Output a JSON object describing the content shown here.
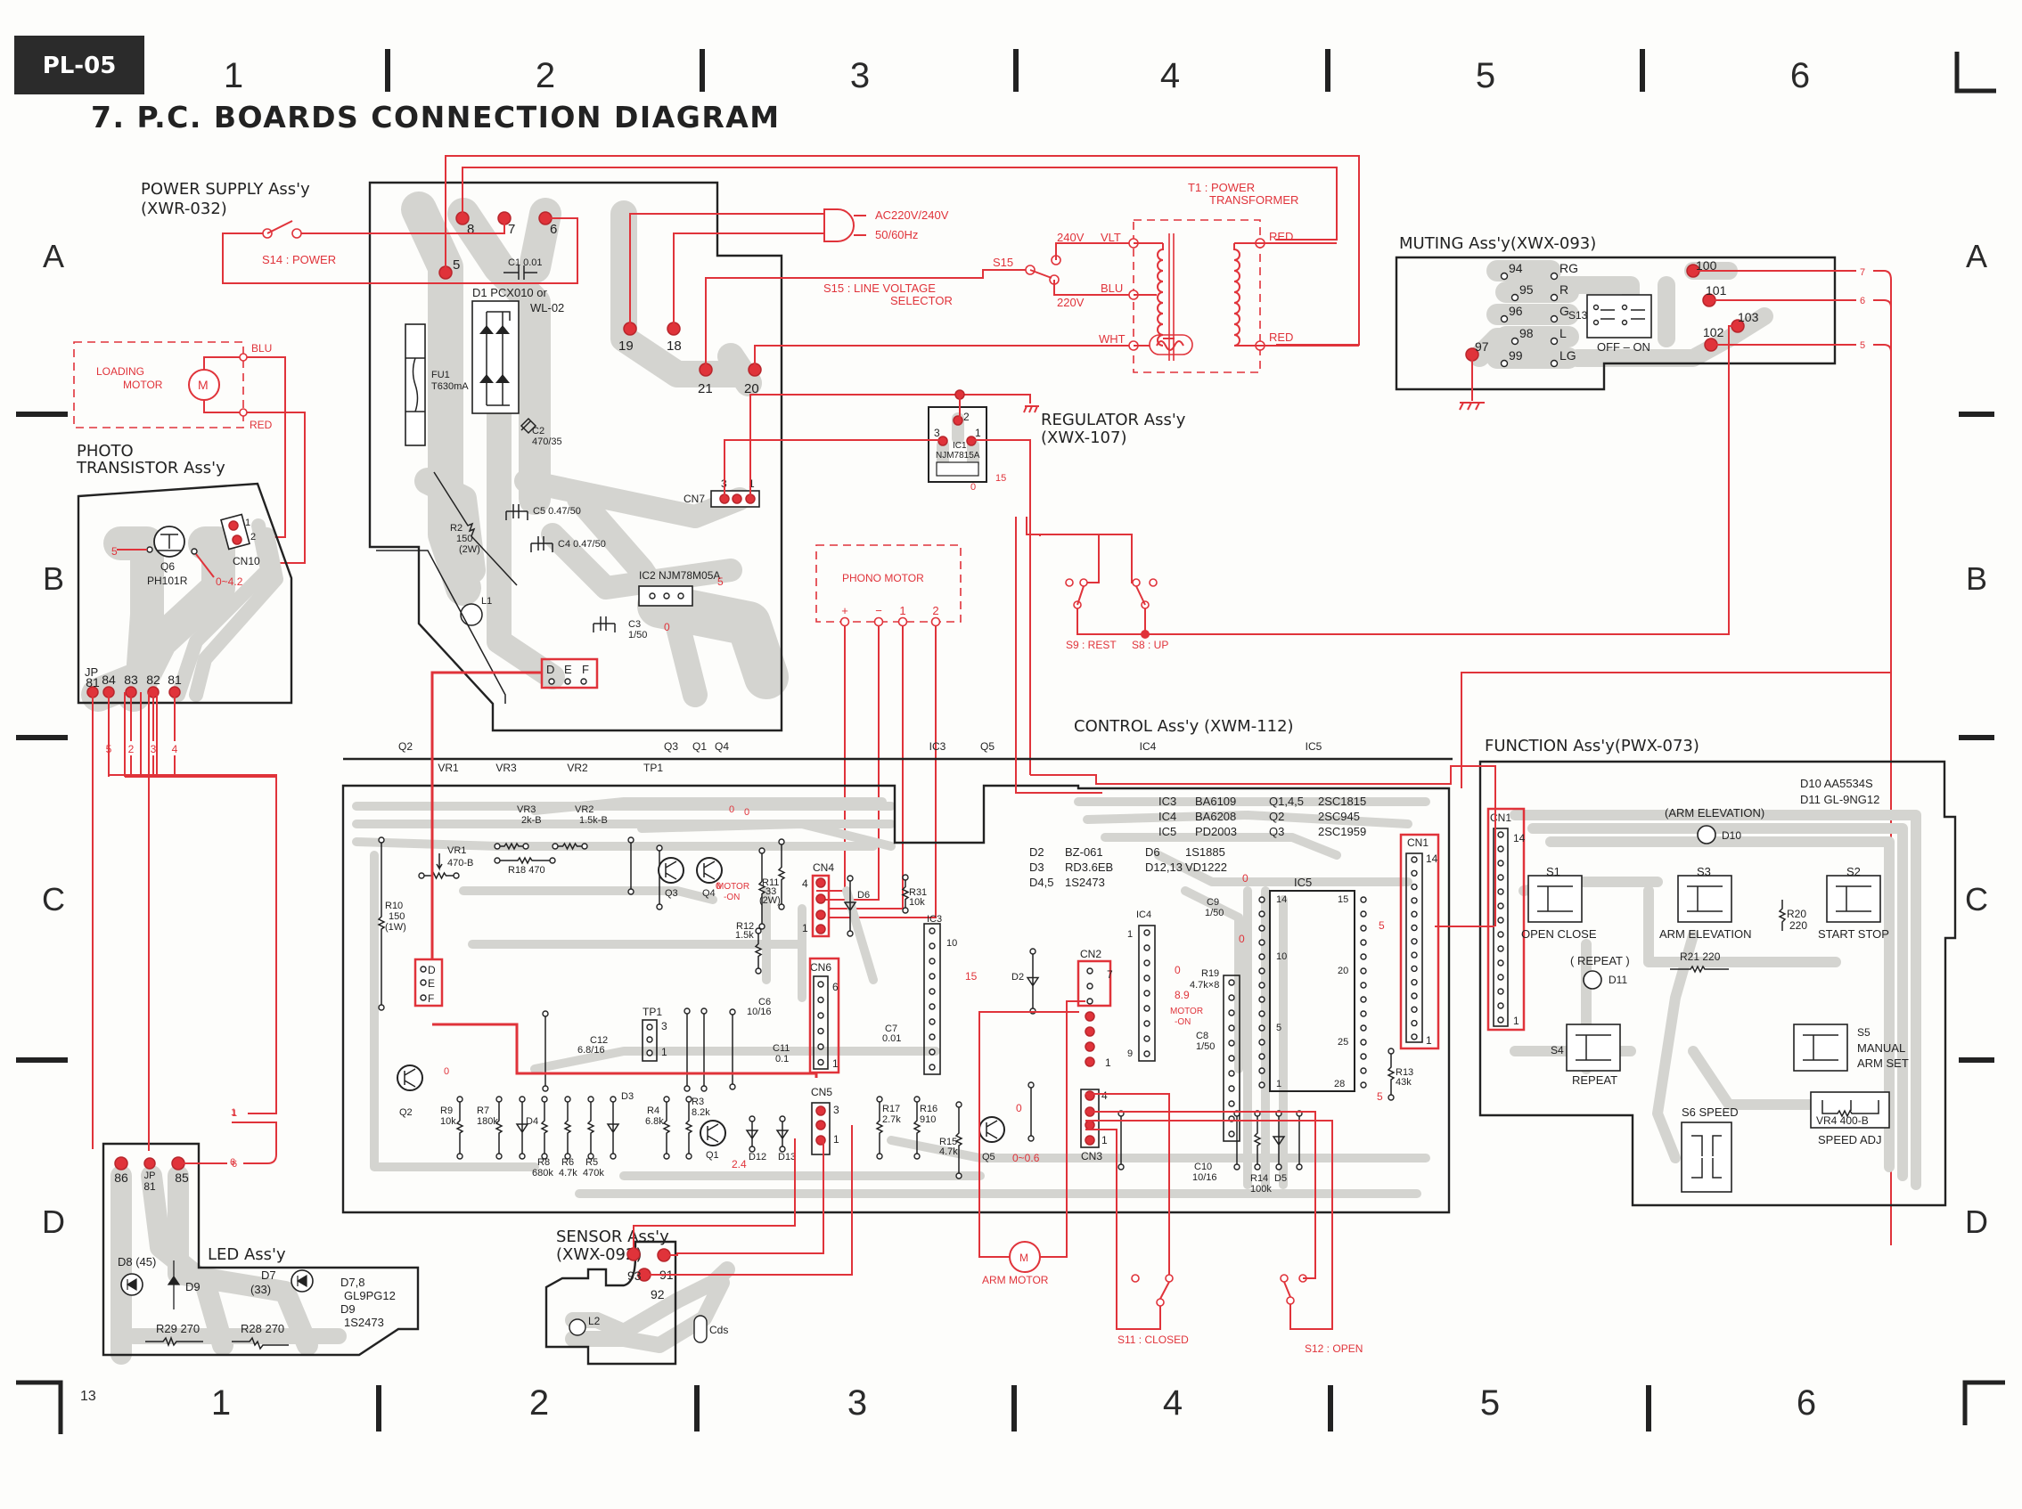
{
  "page": {
    "model_badge": "PL-05",
    "title": "7. P.C. BOARDS CONNECTION DIAGRAM",
    "page_number": "13",
    "column_labels": [
      "1",
      "2",
      "3",
      "4",
      "5",
      "6"
    ],
    "row_labels": [
      "A",
      "B",
      "C",
      "D"
    ]
  },
  "colors": {
    "wire": "#e0333a",
    "ink": "#222222",
    "trace": "#d4d4d0",
    "badge_bg": "#2b2b2b"
  },
  "power_supply": {
    "title": "POWER SUPPLY Ass'y",
    "part": "(XWR-032)",
    "terminals": [
      "8",
      "7",
      "6",
      "5",
      "19",
      "18",
      "21",
      "20"
    ],
    "c1": "C1 0.01",
    "d1_line1": "D1 PCX010 or",
    "d1_line2": "WL-02",
    "fu1_line1": "FU1",
    "fu1_line2": "T630mA",
    "c2_line1": "C2",
    "c2_line2": "470/35",
    "c5": "C5 0.47/50",
    "c4": "C4 0.47/50",
    "r2_line1": "R2",
    "r2_line2": "150",
    "r2_line3": "(2W)",
    "l1": "L1",
    "ic2": "IC2 NJM78M05A",
    "ic2_v_out": "5",
    "ic2_v_gnd": "0",
    "c3_line1": "C3",
    "c3_line2": "1/50",
    "cn7": "CN7",
    "cn7_pin3": "3",
    "cn7_pin1": "1",
    "def": [
      "D",
      "E",
      "F"
    ]
  },
  "switches": {
    "s14": "S14 : POWER",
    "s15": "S15",
    "s15_desc_line1": "S15 : LINE VOLTAGE",
    "s15_desc_line2": "SELECTOR",
    "v240": "240V",
    "v220": "220V",
    "s9": "S9 : REST",
    "s8": "S8 : UP",
    "s11": "S11 : CLOSED",
    "s12": "S12 : OPEN"
  },
  "ac_input": {
    "line1": "AC220V/240V",
    "line2": "50/60Hz"
  },
  "transformer": {
    "title_line1": "T1 : POWER",
    "title_line2": "TRANSFORMER",
    "vlt": "VLT",
    "blu": "BLU",
    "wht": "WHT",
    "red_top": "RED",
    "red_bottom": "RED"
  },
  "muting": {
    "title": "MUTING Ass'y(XWX-093)",
    "pins_left": [
      "94",
      "95",
      "96",
      "98",
      "99"
    ],
    "pins_right": [
      "RG",
      "R",
      "G",
      "L",
      "LG"
    ],
    "pin97": "97",
    "pins_red": [
      "100",
      "101",
      "103",
      "102"
    ],
    "s13": "S13",
    "s13_state": "OFF  –  ON",
    "wire_tags": [
      "7",
      "6",
      "5"
    ]
  },
  "regulator": {
    "title": "REGULATOR Ass'y",
    "part": "(XWX-107)",
    "ic1_line1": "IC1",
    "ic1_line2": "NJM7815A",
    "pins": [
      "2",
      "3",
      "1"
    ],
    "v_out": "15",
    "v_gnd": "0"
  },
  "loading_motor": {
    "label_line1": "LOADING",
    "label_line2": "MOTOR",
    "symbol": "M",
    "blu": "BLU",
    "red": "RED"
  },
  "photo_transistor": {
    "title_line1": "PHOTO",
    "title_line2": "TRANSISTOR Ass'y",
    "q6": "Q6",
    "part": "PH101R",
    "v_in": "5",
    "v_out": "0~4.2",
    "cn10": "CN10",
    "cn10_pins": [
      "1",
      "2"
    ],
    "jp": "JP",
    "terminals": [
      "81",
      "84",
      "83",
      "82",
      "81"
    ],
    "wire_tags": [
      "5",
      "2",
      "3",
      "4"
    ]
  },
  "phono_motor": {
    "label": "PHONO MOTOR",
    "pins": [
      "+",
      "−",
      "1",
      "2"
    ]
  },
  "control": {
    "title": "CONTROL Ass'y (XWM-112)",
    "top_labels": [
      "Q2",
      "VR1",
      "VR3",
      "VR2",
      "TP1",
      "Q3",
      "Q1",
      "Q4",
      "IC3",
      "Q5",
      "IC4",
      "IC5"
    ],
    "parts_list": [
      [
        "IC3",
        "BA6109",
        "Q1,4,5",
        "2SC1815"
      ],
      [
        "IC4",
        "BA6208",
        "Q2",
        "2SC945"
      ],
      [
        "IC5",
        "PD2003",
        "Q3",
        "2SC1959"
      ]
    ],
    "diodes_list": [
      [
        "D2",
        "BZ-061",
        "D6",
        "1S1885"
      ],
      [
        "D3",
        "RD3.6EB",
        "D12,13",
        "VD1222"
      ],
      [
        "D4,5",
        "1S2473",
        "",
        ""
      ]
    ],
    "components": {
      "vr1": "VR1",
      "vr1_val": "470-B",
      "vr3": "VR3",
      "vr3_val": "2k-B",
      "vr2": "VR2",
      "vr2_val": "1.5k-B",
      "r18": "R18 470",
      "r10": "R10",
      "r10_val": "150",
      "r10_w": "(1W)",
      "q3": "Q3",
      "q4": "Q4",
      "motor_on": "MOTOR",
      "motor_on2": "-ON",
      "r11": "R11",
      "r11_val": "33",
      "r11_w": "(2W)",
      "r12": "R12",
      "r12_val": "1.5k",
      "cn4": "CN4",
      "cn4_p4": "4",
      "cn4_p1": "1",
      "d6": "D6",
      "r31": "R31",
      "r31_val": "10k",
      "ic3": "IC3",
      "ic3_p10": "10",
      "ic3_v": "15",
      "d2": "D2",
      "cn2": "CN2",
      "cn2_p7": "7",
      "cn2_p1": "1",
      "ic4": "IC4",
      "ic4_p1": "1",
      "ic4_p9": "9",
      "v89": "8.9",
      "r19": "R19",
      "r19_val": "4.7k×8",
      "c9": "C9",
      "c9_val": "1/50",
      "c8": "C8",
      "c8_val": "1/50",
      "ic5": "IC5",
      "ic5_pins": [
        "14",
        "15",
        "10",
        "20",
        "5",
        "25",
        "1",
        "28"
      ],
      "cn1": "CN1",
      "cn1_p14": "14",
      "cn1_p1": "1",
      "v5": "5",
      "r13": "R13",
      "r13_val": "43k",
      "tp1": "TP1",
      "tp1_p3": "3",
      "tp1_p1": "1",
      "c12": "C12",
      "c12_val": "6.8/16",
      "c6": "C6",
      "c6_val": "10/16",
      "c11": "C11",
      "c11_val": "0.1",
      "cn6": "CN6",
      "cn6_p6": "6",
      "cn6_p1": "1",
      "c7": "C7",
      "c7_val": "0.01",
      "q2": "Q2",
      "r9": "R9",
      "r9_val": "10k",
      "r7": "R7",
      "r7_val": "180k",
      "d4": "D4",
      "r8": "R8",
      "r8_val": "680k",
      "r6": "R6",
      "r6_val": "4.7k",
      "r5": "R5",
      "r5_val": "470k",
      "d3": "D3",
      "r4": "R4",
      "r4_val": "6.8k",
      "r3": "R3",
      "r3_val": "8.2k",
      "q1": "Q1",
      "q1_v": "2.4",
      "d12": "D12",
      "d13": "D13",
      "cn5": "CN5",
      "cn5_p3": "3",
      "cn5_p1": "1",
      "r17": "R17",
      "r17_val": "2.7k",
      "r16": "R16",
      "r16_val": "910",
      "r15": "R15",
      "r15_val": "4.7k",
      "q5": "Q5",
      "q5_v": "0~0.6",
      "cn3": "CN3",
      "cn3_p4": "4",
      "cn3_p1": "1",
      "c10": "C10",
      "c10_val": "10/16",
      "r14": "R14",
      "r14_val": "100k",
      "d5": "D5",
      "def": [
        "D",
        "E",
        "F"
      ],
      "zero": "0"
    },
    "wire_tags": [
      "1",
      "6"
    ]
  },
  "arm_motor": {
    "symbol": "M",
    "label": "ARM MOTOR"
  },
  "function": {
    "title": "FUNCTION Ass'y(PWX-073)",
    "parts": [
      "D10  AA5534S",
      "D11  GL-9NG12"
    ],
    "cn1": "CN1",
    "cn1_p14": "14",
    "cn1_p1": "1",
    "arm_elev_led": "(ARM ELEVATION)",
    "d10": "D10",
    "s1": "S1",
    "s1_label": "OPEN  CLOSE",
    "s3": "S3",
    "s3_label": "ARM ELEVATION",
    "r20": "R20",
    "r20_val": "220",
    "s2": "S2",
    "s2_label": "START STOP",
    "repeat_led": "( REPEAT )",
    "d11": "D11",
    "r21": "R21 220",
    "s4": "S4",
    "s4_label": "REPEAT",
    "s5": "S5",
    "s5_label1": "MANUAL",
    "s5_label2": "ARM SET",
    "vr4": "VR4  400-B",
    "vr4_label": "SPEED ADJ",
    "s6": "S6  SPEED"
  },
  "led": {
    "title": "LED Ass'y",
    "terminals": [
      "86",
      "JP",
      "81",
      "85"
    ],
    "d8": "D8 (45)",
    "d9": "D9",
    "d7": "D7",
    "d7_v": "(33)",
    "parts": [
      "D7,8",
      "GL9PG12",
      "D9",
      "1S2473"
    ],
    "r29": "R29 270",
    "r28": "R28 270",
    "wire_tag": "6"
  },
  "sensor": {
    "title": "SENSOR Ass'y",
    "part": "(XWX-092)",
    "terminals": [
      "93",
      "91",
      "92"
    ],
    "l2": "L2",
    "cds": "Cds"
  }
}
